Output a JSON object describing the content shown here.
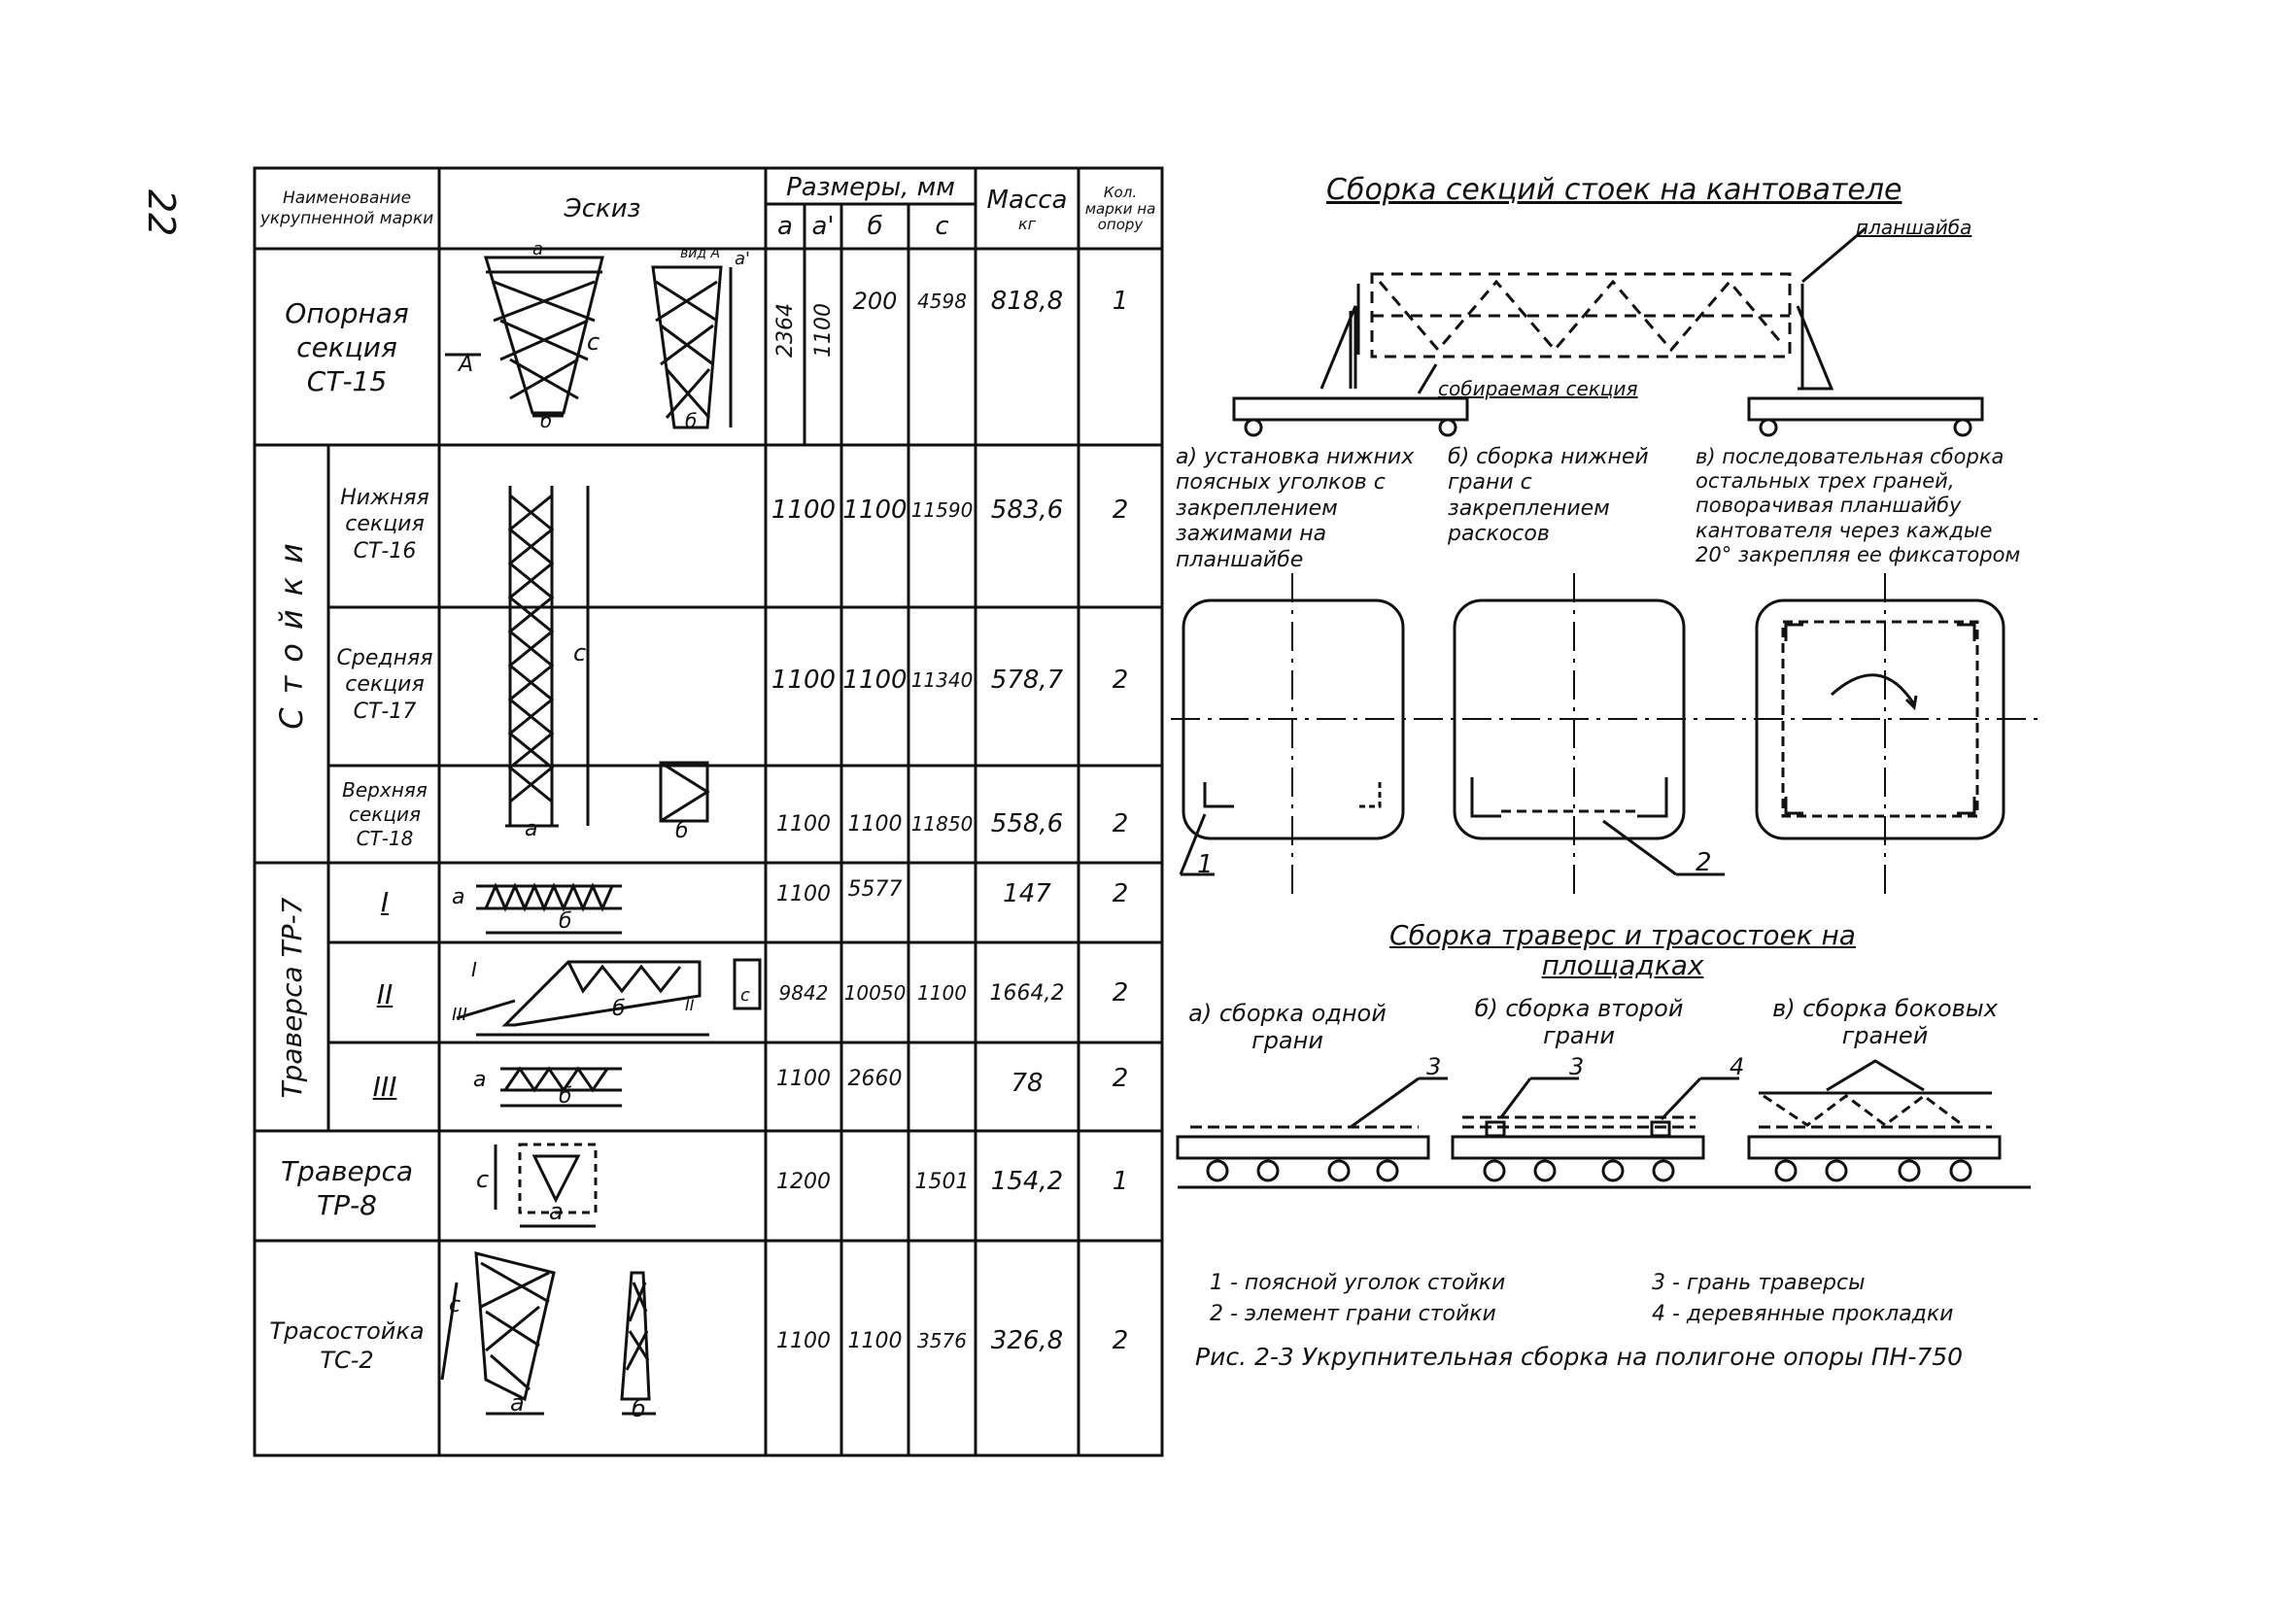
{
  "page_number": "22",
  "table": {
    "headers": {
      "name": "Наименование укрупненной марки",
      "sketch": "Эскиз",
      "sizes": "Размеры, мм",
      "a": "а",
      "a_prime": "а'",
      "b": "б",
      "c": "с",
      "mass": "Масса",
      "mass_unit": "кг",
      "qty": "Кол. марки на опору"
    },
    "group_stoyki": "Стойки",
    "group_traversa": "Траверса ТР-7",
    "rows": [
      {
        "name": "Опорная секция СТ-15",
        "a": "2364",
        "a_prime": "1100",
        "b": "200",
        "c": "4598",
        "mass": "818,8",
        "qty": "1"
      },
      {
        "name": "Нижняя секция СТ-16",
        "a": "1100",
        "a_prime": "",
        "b": "1100",
        "c": "11590",
        "mass": "583,6",
        "qty": "2"
      },
      {
        "name": "Средняя секция СТ-17",
        "a": "1100",
        "a_prime": "",
        "b": "1100",
        "c": "11340",
        "mass": "578,7",
        "qty": "2"
      },
      {
        "name": "Верхняя секция СТ-18",
        "a": "1100",
        "a_prime": "",
        "b": "1100",
        "c": "11850",
        "mass": "558,6",
        "qty": "2"
      },
      {
        "name": "I",
        "a": "1100",
        "a_prime": "",
        "b": "5577",
        "c": "",
        "mass": "147",
        "qty": "2"
      },
      {
        "name": "II",
        "a": "9842",
        "a_prime": "",
        "b": "10050",
        "c": "1100",
        "mass": "1664,2",
        "qty": "2"
      },
      {
        "name": "III",
        "a": "1100",
        "a_prime": "",
        "b": "2660",
        "c": "",
        "mass": "78",
        "qty": "2"
      },
      {
        "name": "Траверса ТР-8",
        "a": "1200",
        "a_prime": "",
        "b": "",
        "c": "1501",
        "mass": "154,2",
        "qty": "1"
      },
      {
        "name": "Трасостойка ТС-2",
        "a": "1100",
        "a_prime": "",
        "b": "1100",
        "c": "3576",
        "mass": "326,8",
        "qty": "2"
      }
    ],
    "sketch_labels": {
      "a": "а",
      "b": "б",
      "c": "с",
      "I": "I",
      "II": "II",
      "III": "III",
      "view_a": "вид А",
      "arrow_a": "А",
      "a_prime": "а'"
    }
  },
  "right": {
    "title1": "Сборка секций стоек на кантователе",
    "label_planshayba": "планшайба",
    "label_section": "собираемая секция",
    "step_a": "а) установка нижних поясных уголков с закреплением зажимами на планшайбе",
    "step_b": "б) сборка нижней грани с закреплением раскосов",
    "step_v": "в) последовательная сборка остальных трех граней, поворачивая планшайбу кантователя через каждые 20° закрепляя ее фиксатором",
    "callout_1": "1",
    "callout_2": "2",
    "title2": "Сборка траверс и трасостоек на площадках",
    "step2_a": "а) сборка одной грани",
    "step2_b": "б) сборка второй грани",
    "step2_v": "в) сборка боковых граней",
    "callout_3a": "3",
    "callout_3b": "3",
    "callout_4": "4",
    "legend_1": "1 - поясной уголок стойки",
    "legend_2": "2 - элемент грани стойки",
    "legend_3": "3 - грань траверсы",
    "legend_4": "4 - деревянные прокладки",
    "caption": "Рис. 2-3  Укрупнительная сборка на полигоне опоры ПН-750"
  }
}
